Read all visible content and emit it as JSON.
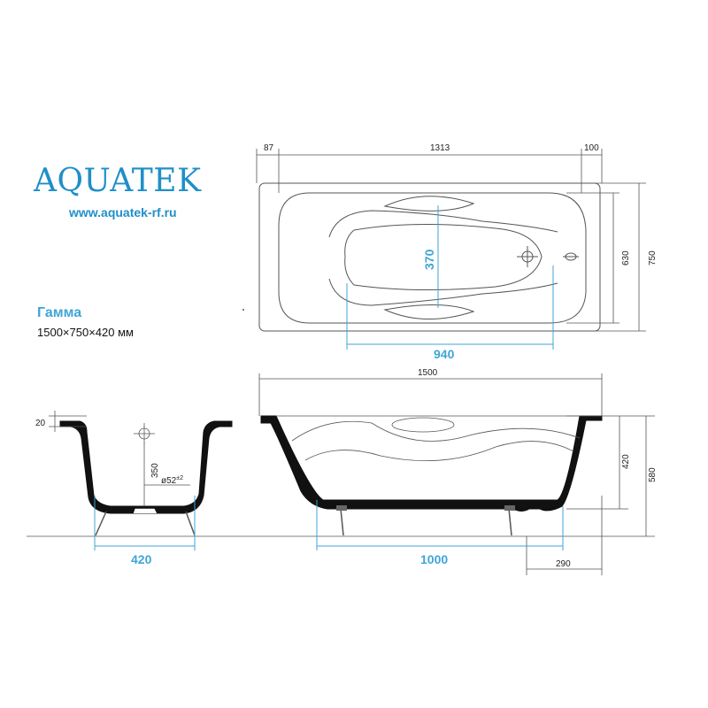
{
  "brand": {
    "name": "AQUATEK",
    "url": "www.aquatek-rf.ru",
    "accent_color": "#1f8fc8"
  },
  "product": {
    "model": "Гамма",
    "dimensions": "1500×750×420 мм"
  },
  "top_view": {
    "dim_left": "87",
    "dim_middle": "1313",
    "dim_right": "100",
    "dim_inner_height": "630",
    "dim_outer_height": "750",
    "dim_depth_blue": "370",
    "dim_length_blue": "940"
  },
  "side_view": {
    "dim_length": "1500",
    "dim_depth": "420",
    "dim_height": "580",
    "dim_legs_blue": "1000",
    "dim_offset": "290"
  },
  "end_view": {
    "dim_rim": "20",
    "dim_drain_height": "350",
    "dim_drain_diameter": "ø52",
    "dim_drain_tolerance": "±2",
    "dim_legs_blue": "420"
  },
  "colors": {
    "dimension_highlight": "#3fa5d6",
    "outline": "#111111",
    "line": "#555555"
  }
}
